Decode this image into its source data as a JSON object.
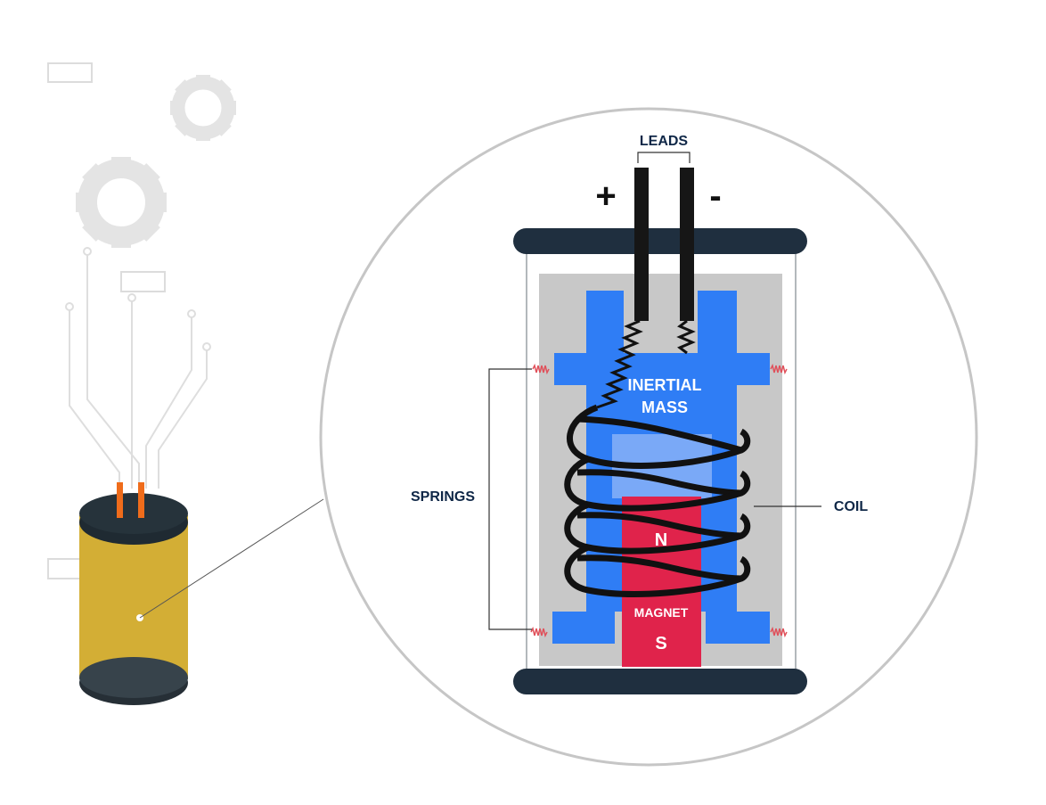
{
  "labels": {
    "leads": "LEADS",
    "plus": "+",
    "minus": "-",
    "inertial_mass_line1": "INERTIAL",
    "inertial_mass_line2": "MASS",
    "springs": "SPRINGS",
    "coil": "COIL",
    "north": "N",
    "magnet": "MAGNET",
    "south": "S"
  },
  "colors": {
    "navy": "#1f2f3f",
    "blue": "#2f7df5",
    "light_blue": "#7aa9f7",
    "magnet_red": "#e0234b",
    "housing_gray": "#c8c8c8",
    "sensor_gold": "#d3ae35",
    "lead_orange": "#ef6c1b",
    "spring_red": "#e0505a",
    "label_navy": "#0f2747"
  },
  "icons": [
    "gear-icon",
    "gear-icon",
    "circuit-trace-icon"
  ]
}
